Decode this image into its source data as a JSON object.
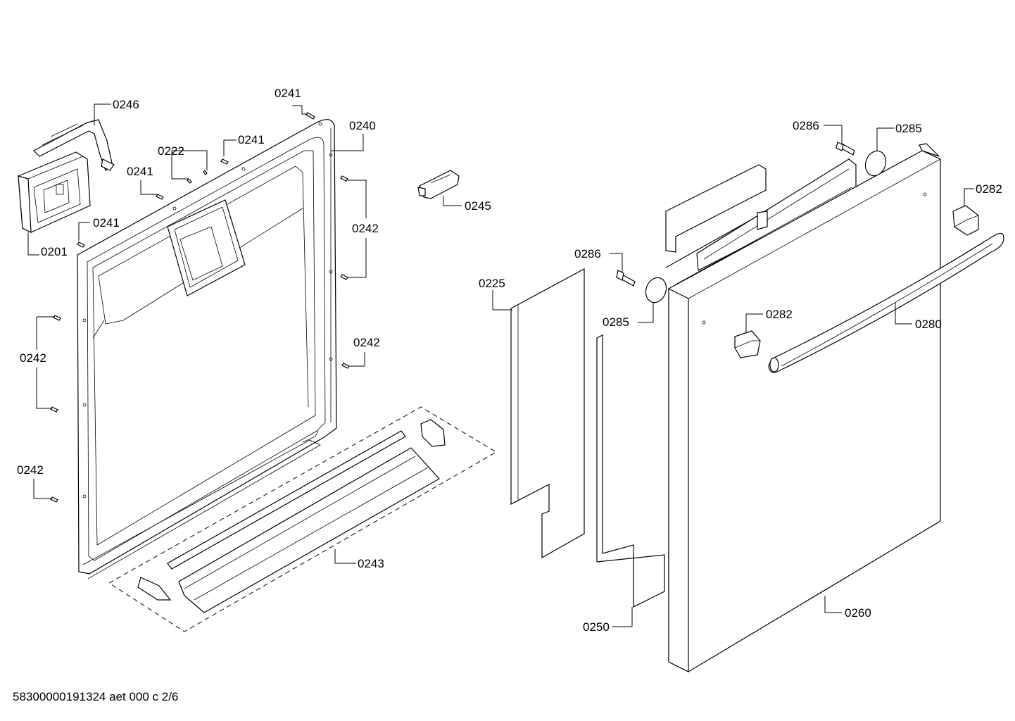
{
  "parts": {
    "p0246": "0246",
    "p0201": "0201",
    "p0222": "0222",
    "p0241_top": "0241",
    "p0241_mid": "0241",
    "p0241_left": "0241",
    "p0241_low": "0241",
    "p0240": "0240",
    "p0242_r1": "0242",
    "p0242_r2": "0242",
    "p0242_l1": "0242",
    "p0242_l2": "0242",
    "p0245": "0245",
    "p0243": "0243",
    "p0225": "0225",
    "p0250": "0250",
    "p0260": "0260",
    "p0286_a": "0286",
    "p0286_b": "0286",
    "p0285_a": "0285",
    "p0285_b": "0285",
    "p0282_a": "0282",
    "p0282_b": "0282",
    "p0280": "0280"
  },
  "footer": "58300000191324 aet 000 c 2/6"
}
